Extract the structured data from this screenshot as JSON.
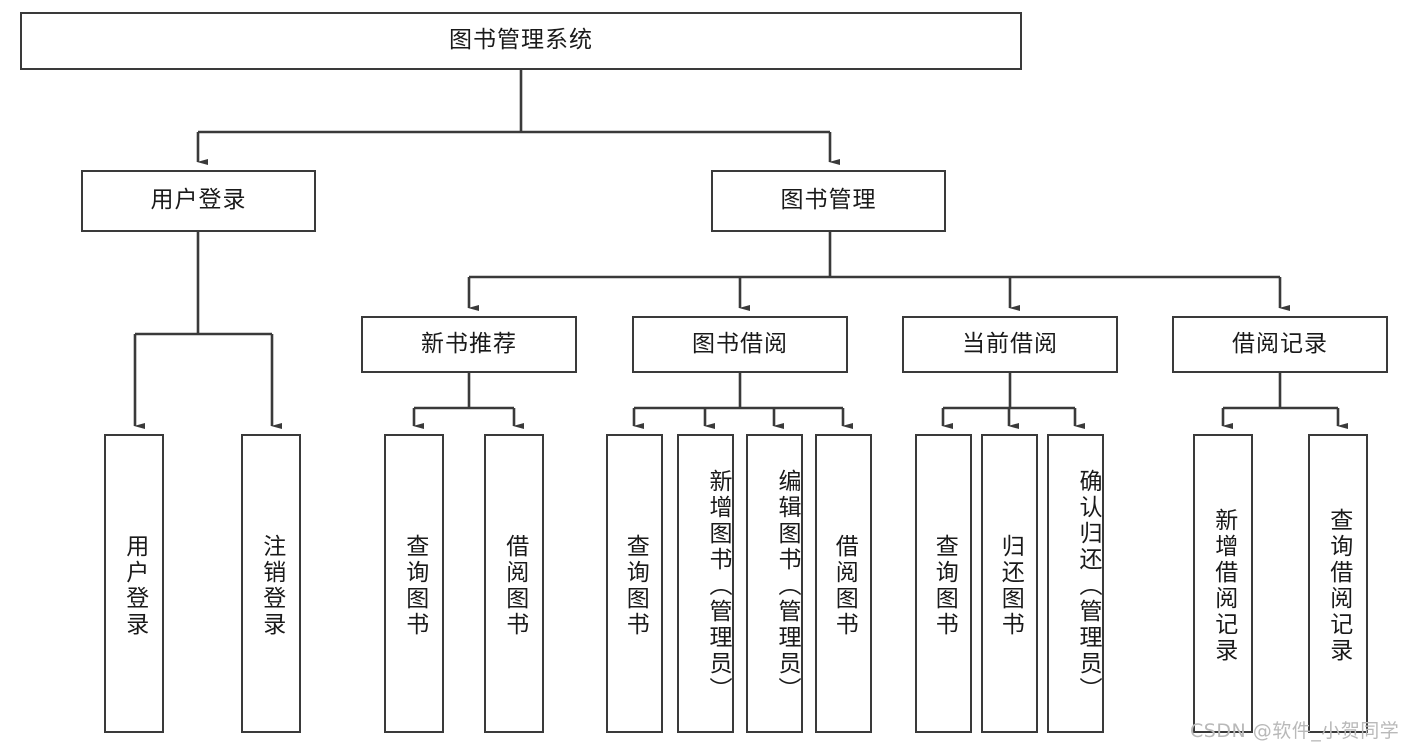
{
  "diagram": {
    "type": "tree",
    "title": "图书管理系统",
    "root": {
      "id": "root",
      "label": "图书管理系统"
    },
    "level1": [
      {
        "id": "user-login",
        "label": "用户登录"
      },
      {
        "id": "book-manage",
        "label": "图书管理"
      }
    ],
    "level2": [
      {
        "id": "new-book-recommend",
        "label": "新书推荐"
      },
      {
        "id": "book-borrow",
        "label": "图书借阅"
      },
      {
        "id": "current-borrow",
        "label": "当前借阅"
      },
      {
        "id": "borrow-record",
        "label": "借阅记录"
      }
    ],
    "leaves": {
      "user_login": [
        {
          "id": "leaf-user-login",
          "label": "用户登录"
        },
        {
          "id": "leaf-logout",
          "label": "注销登录"
        }
      ],
      "new_book_recommend": [
        {
          "id": "leaf-query-book-1",
          "label": "查询图书"
        },
        {
          "id": "leaf-borrow-book-1",
          "label": "借阅图书"
        }
      ],
      "book_borrow": [
        {
          "id": "leaf-query-book-2",
          "label": "查询图书"
        },
        {
          "id": "leaf-add-book",
          "label": "新增图书（管理员）"
        },
        {
          "id": "leaf-edit-book",
          "label": "编辑图书（管理员）"
        },
        {
          "id": "leaf-borrow-book-2",
          "label": "借阅图书"
        }
      ],
      "current_borrow": [
        {
          "id": "leaf-query-book-3",
          "label": "查询图书"
        },
        {
          "id": "leaf-return-book",
          "label": "归还图书"
        },
        {
          "id": "leaf-confirm-return",
          "label": "确认归还（管理员）"
        }
      ],
      "borrow_record": [
        {
          "id": "leaf-add-record",
          "label": "新增借阅记录"
        },
        {
          "id": "leaf-query-record",
          "label": "查询借阅记录"
        }
      ]
    },
    "watermark": "CSDN @软件_小贺同学",
    "colors": {
      "stroke": "#3a3a3a",
      "text": "#1a1a1a",
      "background": "#ffffff",
      "watermark": "#b9b9b9"
    }
  }
}
